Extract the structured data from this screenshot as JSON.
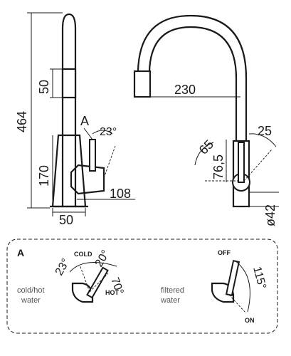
{
  "side_view": {
    "total_height": "464",
    "handle_height": "50",
    "body_height": "170",
    "reach": "108",
    "base_width": "50",
    "detail_marker": "A",
    "lever_angle": "23°"
  },
  "front_view": {
    "reach": "230",
    "angle_left": "65",
    "angle_right": "25",
    "lever_height": "76,5",
    "diameter": "ø42"
  },
  "detail_a": {
    "title": "A",
    "mixer": {
      "caption_line1": "cold/hot",
      "caption_line2": "water",
      "cold_label": "COLD",
      "hot_label": "HOT",
      "angle_23": "23°",
      "angle_20": "20°",
      "angle_70": "70°"
    },
    "filter": {
      "caption_line1": "filtered",
      "caption_line2": "water",
      "off_label": "OFF",
      "on_label": "ON",
      "angle_115": "115°"
    }
  }
}
